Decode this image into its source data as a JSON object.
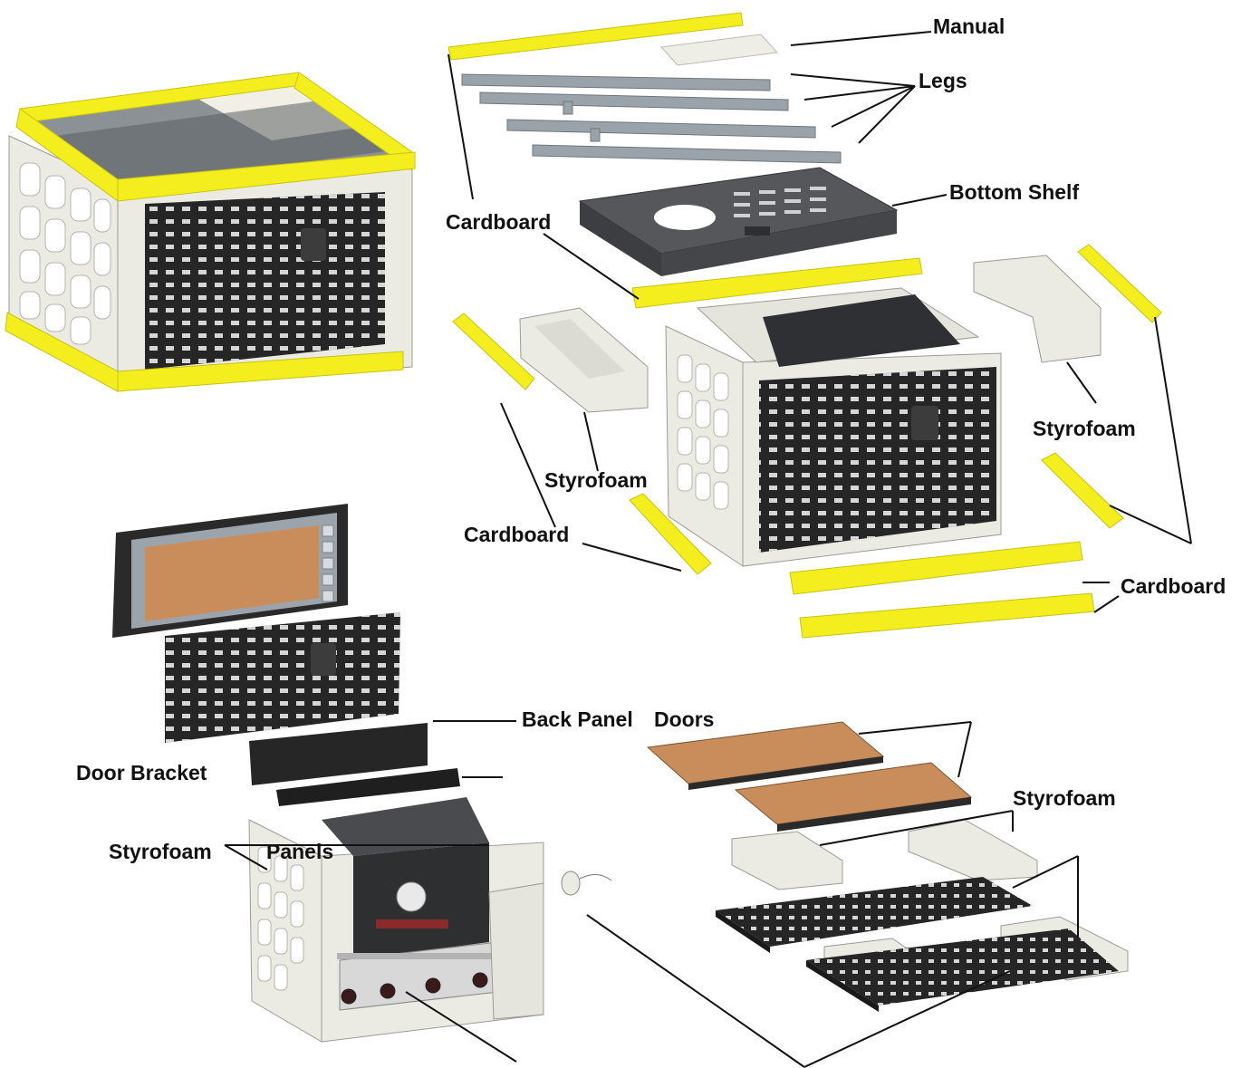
{
  "labels": {
    "manual": "Manual",
    "legs": "Legs",
    "bottom_shelf": "Bottom Shelf",
    "cardboard_1": "Cardboard",
    "cardboard_2": "Cardboard",
    "cardboard_3": "Cardboard",
    "styrofoam_1": "Styrofoam",
    "styrofoam_2": "Styrofoam",
    "styrofoam_3": "Styrofoam",
    "styrofoam_4": "Styrofoam",
    "back_panel": "Back Panel",
    "doors": "Doors",
    "door_bracket": "Door Bracket",
    "panels": "Panels"
  },
  "colors": {
    "cardboard_yellow": "#f4ee1e",
    "styrofoam": "#ecebe3",
    "panel_dark": "#2b2b2b",
    "shelf_gray": "#4a4b4e",
    "leg_steel": "#9aa3aa",
    "door_wood": "#c98d5c",
    "leader_line": "#111111"
  }
}
